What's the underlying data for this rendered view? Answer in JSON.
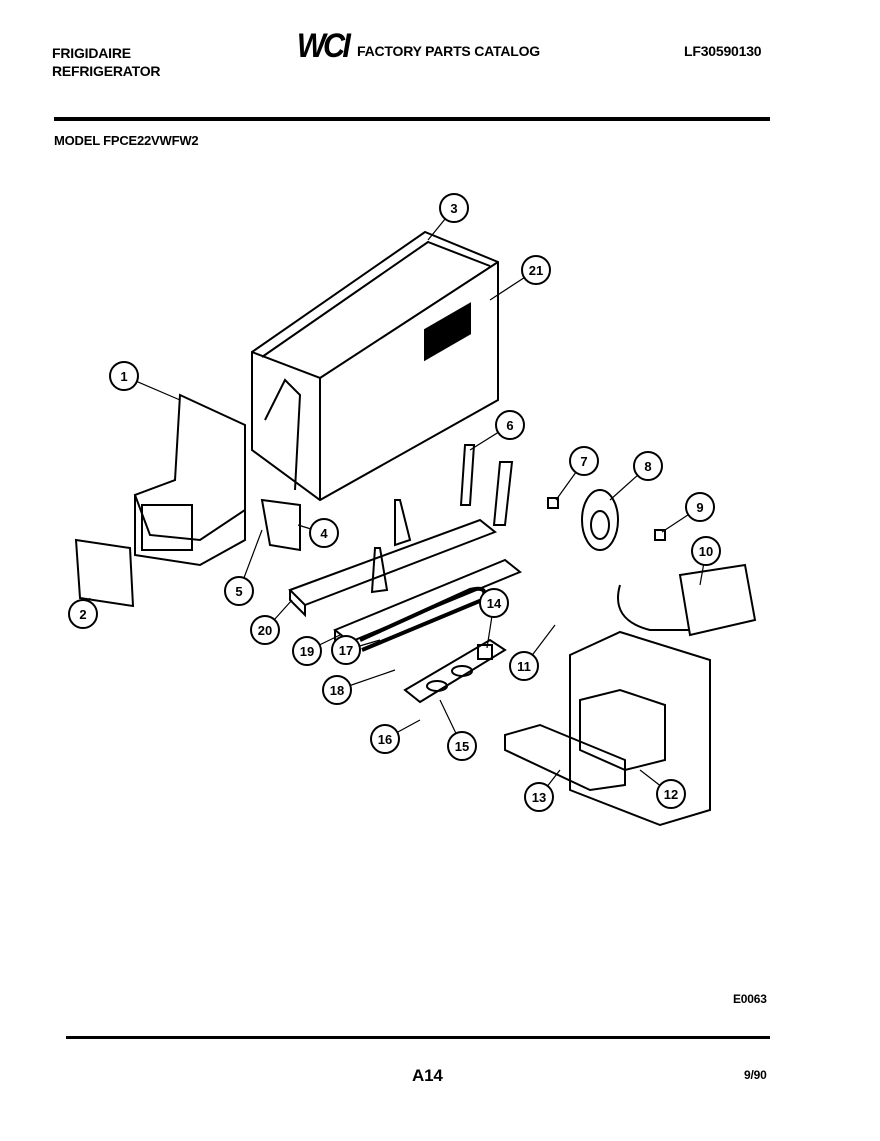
{
  "header": {
    "brand_line1": "FRIGIDAIRE",
    "brand_line2": "REFRIGERATOR",
    "logo_text": "WCI",
    "catalog_title": "FACTORY PARTS CATALOG",
    "catalog_number": "LF30590130",
    "model": "MODEL FPCE22VWFW2"
  },
  "diagram": {
    "callouts": [
      "1",
      "2",
      "3",
      "4",
      "5",
      "6",
      "7",
      "8",
      "9",
      "10",
      "11",
      "12",
      "13",
      "14",
      "15",
      "16",
      "17",
      "18",
      "19",
      "20",
      "21"
    ],
    "drawing_code": "E0063"
  },
  "footer": {
    "page": "A14",
    "date": "9/90"
  }
}
